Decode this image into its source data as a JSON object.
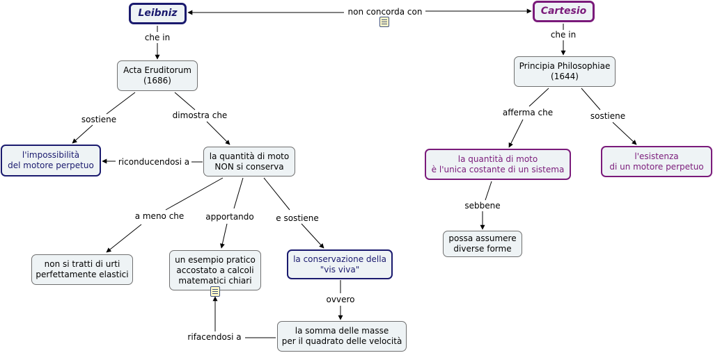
{
  "nodes": {
    "leibniz": "Leibniz",
    "cartesio": "Cartesio",
    "acta": "Acta Eruditorum\n(1686)",
    "principia": "Principia Philosophiae\n(1644)",
    "impossibilita": "l'impossibilità\ndel motore perpetuo",
    "quantita_leibniz": "la quantità di moto\nNON si conserva",
    "quantita_cartesio": "la quantità di moto\nè l'unica costante di un sistema",
    "esistenza": "l'esistenza\ndi un motore perpetuo",
    "urti": "non si tratti di urti\nperfettamente elastici",
    "esempio": "un esempio pratico\naccostato a calcoli\nmatematici chiari",
    "vis_viva": "la conservazione della\n\"vis viva\"",
    "somma": "la somma delle masse\nper il quadrato delle velocità",
    "forme": "possa assumere\ndiverse forme"
  },
  "links": {
    "non_concorda": "non concorda con",
    "che_in_leibniz": "che in",
    "che_in_cartesio": "che in",
    "sostiene_acta": "sostiene",
    "dimostra_che": "dimostra che",
    "riconducendosi": "riconducendosi a",
    "afferma_che": "afferma che",
    "sostiene_principia": "sostiene",
    "a_meno_che": "a meno che",
    "apportando": "apportando",
    "e_sostiene": "e sostiene",
    "ovvero": "ovvero",
    "rifacendosi": "rifacendosi a",
    "sebbene": "sebbene"
  },
  "icons": [
    "document-icon",
    "document-icon"
  ],
  "colors": {
    "blue": "#1a1a6e",
    "purple": "#7a1a7a",
    "node_fill": "#eef3f5",
    "line": "#000000"
  }
}
